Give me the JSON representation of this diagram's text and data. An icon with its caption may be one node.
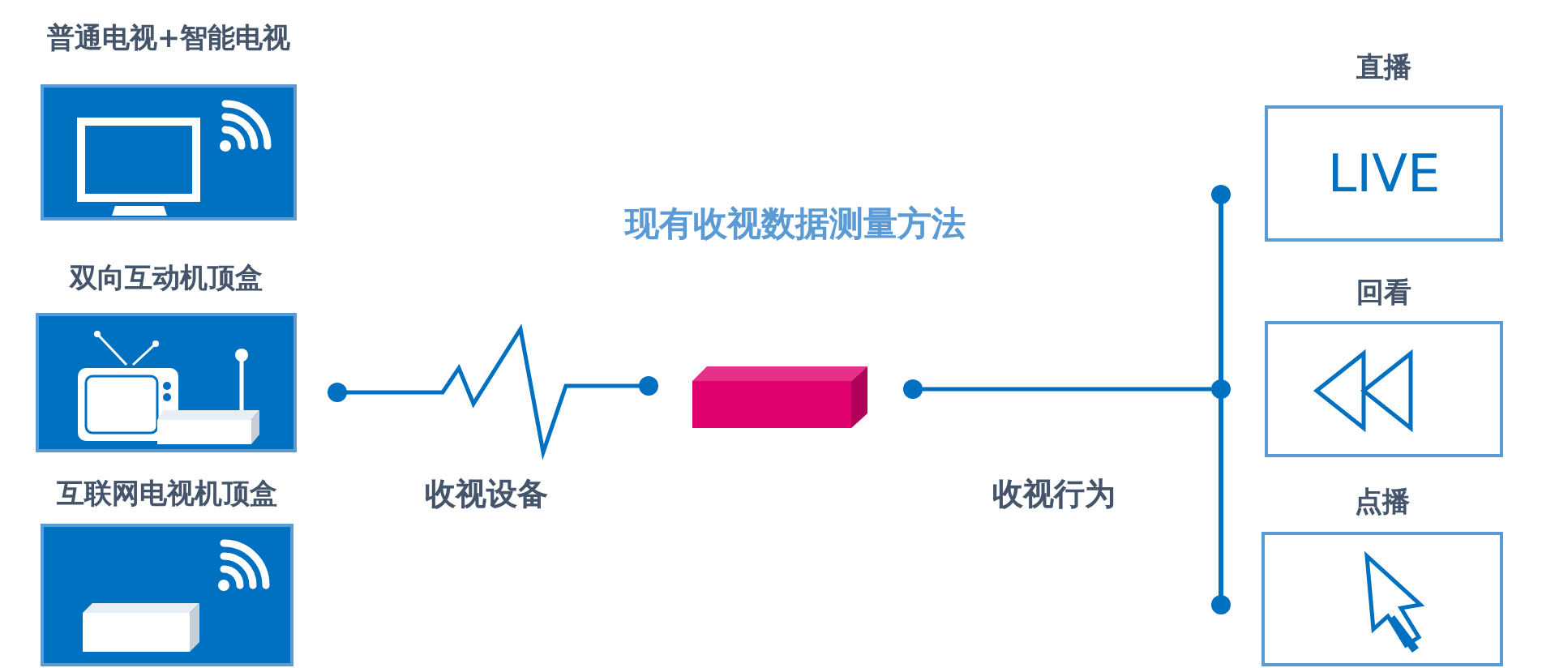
{
  "diagram": {
    "title": "现有收视数据测量方法",
    "nodes": [
      {
        "text": [
          "普通电视+智能电视"
        ]
      },
      {
        "text": [
          "双向互动机顶盒"
        ]
      },
      {
        "text": [
          "互联网电视机顶盒"
        ]
      },
      {
        "text": [
          "直播",
          "LIVE"
        ]
      },
      {
        "text": [
          "回看"
        ]
      },
      {
        "text": [
          "点播"
        ]
      },
      {
        "text": [],
        "shape": "box"
      }
    ],
    "labels": [
      "收视设备",
      "收视行为"
    ]
  }
}
